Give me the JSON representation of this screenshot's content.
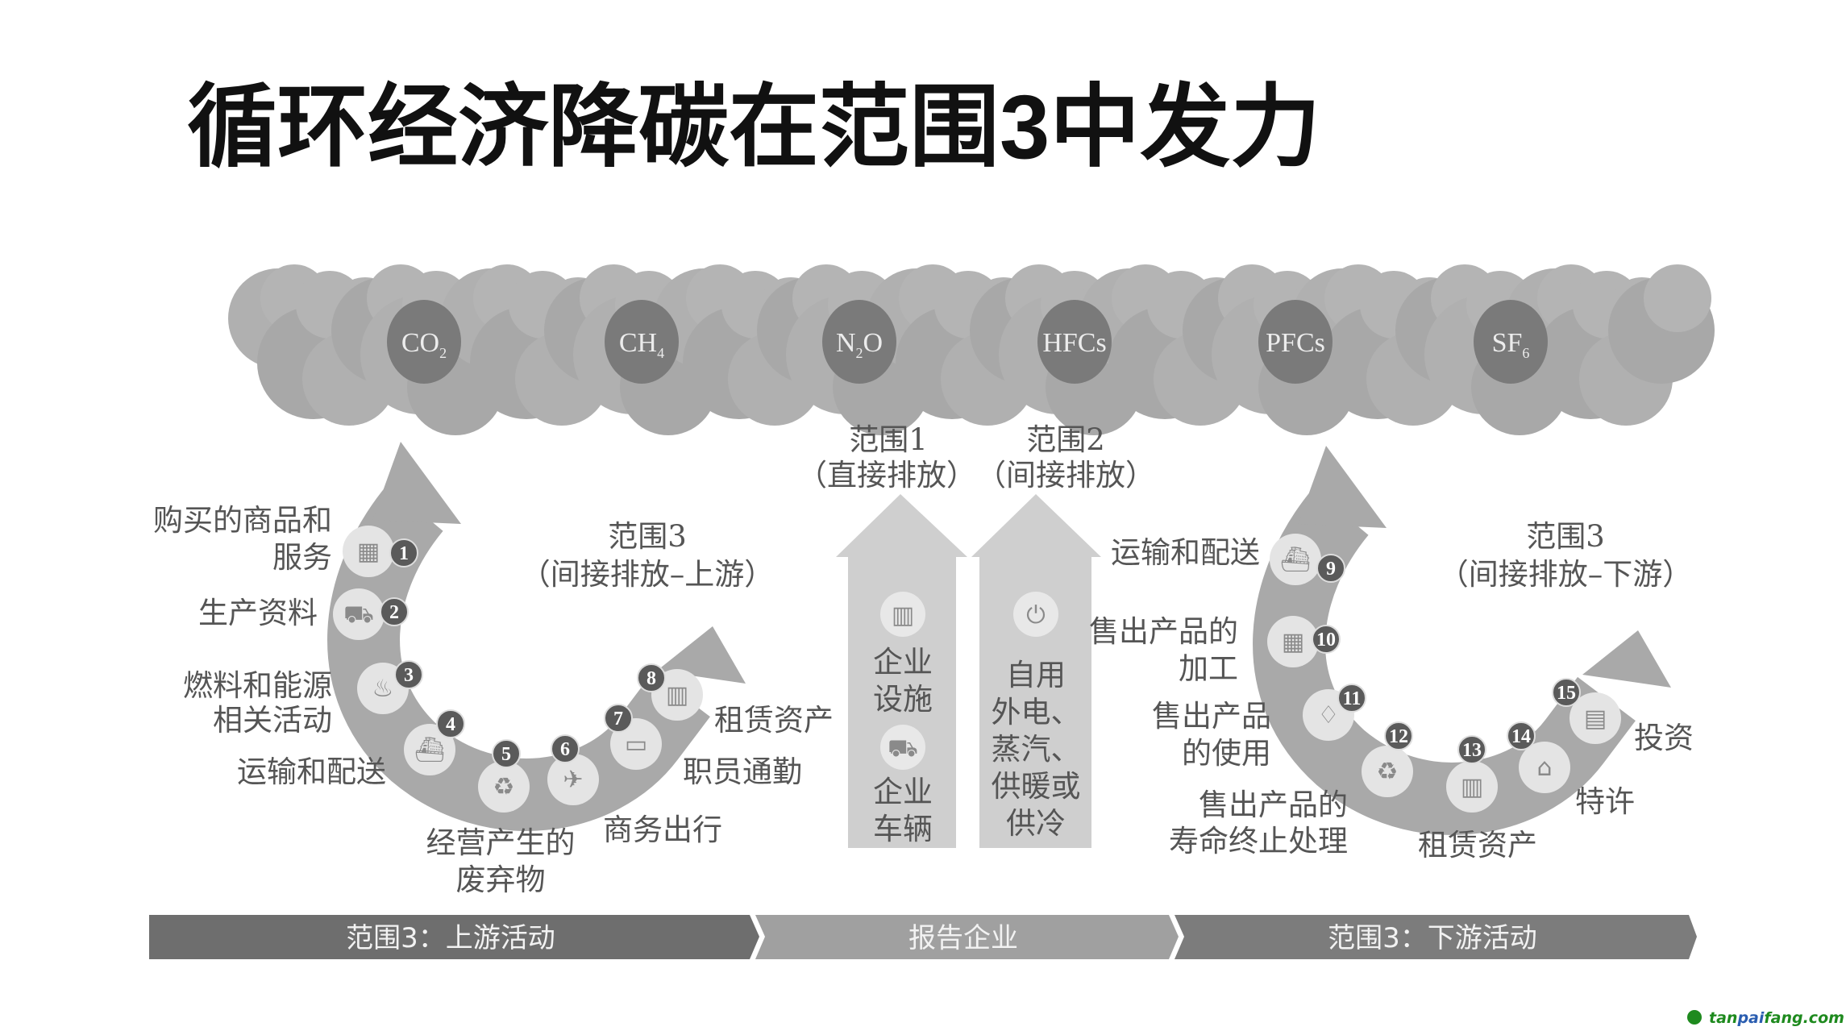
{
  "title": "循环经济降碳在范围3中发力",
  "gases": [
    {
      "formula": "CO",
      "sub": "2"
    },
    {
      "formula": "CH",
      "sub": "4"
    },
    {
      "formula": "N",
      "sub": "2",
      "tail": "O"
    },
    {
      "formula": "HFCs",
      "sub": ""
    },
    {
      "formula": "PFCs",
      "sub": ""
    },
    {
      "formula": "SF",
      "sub": "6"
    }
  ],
  "scope1": {
    "line1": "范围1",
    "line2": "（直接排放）",
    "items": [
      [
        "企业",
        "设施"
      ],
      [
        "企业",
        "车辆"
      ]
    ]
  },
  "scope2": {
    "line1": "范围2",
    "line2": "（间接排放）",
    "lines": [
      "自用",
      "外电、",
      "蒸汽、",
      "供暖或",
      "供冷"
    ]
  },
  "upstream": {
    "heading": [
      "范围3",
      "（间接排放–上游）"
    ],
    "items": [
      {
        "num": "1",
        "label": [
          "购买的商品和",
          "服务"
        ]
      },
      {
        "num": "2",
        "label": [
          "生产资料"
        ]
      },
      {
        "num": "3",
        "label": [
          "燃料和能源",
          "相关活动"
        ]
      },
      {
        "num": "4",
        "label": [
          "运输和配送"
        ]
      },
      {
        "num": "5",
        "label": [
          "经营产生的",
          "废弃物"
        ]
      },
      {
        "num": "6",
        "label": [
          "商务出行"
        ]
      },
      {
        "num": "7",
        "label": [
          "职员通勤"
        ]
      },
      {
        "num": "8",
        "label": [
          "租赁资产"
        ]
      }
    ]
  },
  "downstream": {
    "heading": [
      "范围3",
      "（间接排放–下游）"
    ],
    "items": [
      {
        "num": "9",
        "label": [
          "运输和配送"
        ]
      },
      {
        "num": "10",
        "label": [
          "售出产品的",
          "加工"
        ]
      },
      {
        "num": "11",
        "label": [
          "售出产品",
          "的使用"
        ]
      },
      {
        "num": "12",
        "label": [
          "售出产品的",
          "寿命终止处理"
        ]
      },
      {
        "num": "13",
        "label": [
          "租赁资产"
        ]
      },
      {
        "num": "14",
        "label": [
          "特许"
        ]
      },
      {
        "num": "15",
        "label": [
          "投资"
        ]
      }
    ]
  },
  "bottom_bar": [
    "范围3：上游活动",
    "报告企业",
    "范围3：下游活动"
  ],
  "watermark": {
    "pre": "tan",
    "mid": "pai",
    "post": "fang.com"
  },
  "colors": {
    "cloud": "#aaaaaa",
    "gas": "#7a7a7a",
    "arc": "#a9a9a9",
    "center_arrow": "#cfcfcf",
    "watermark_green": "#1e8a1e",
    "watermark_blue": "#2a5db0"
  }
}
